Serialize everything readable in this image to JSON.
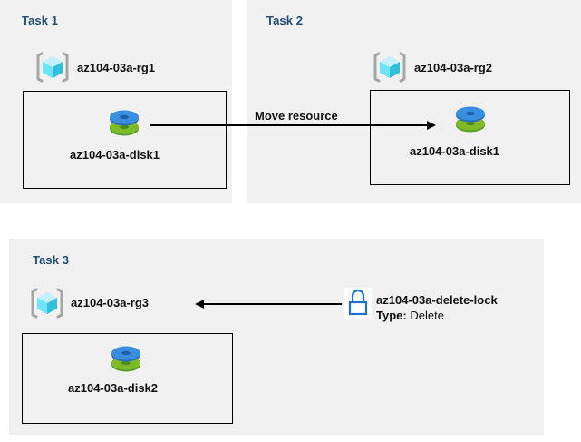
{
  "diagram": {
    "title_color": "#1f4e79",
    "panel_bg": "#f1f1f1",
    "page_bg": "#ffffff",
    "accent_cube": "#50e6ff",
    "accent_lock": "#0f6cbd",
    "disk_top_color": "#3a8edf",
    "disk_bottom_color": "#7fba29"
  },
  "panels": [
    {
      "id": "task1",
      "title": "Task 1",
      "resource_group": {
        "label": "az104-03a-rg1",
        "icon": "resource-group-icon"
      },
      "resource": {
        "label": "az104-03a-disk1",
        "icon": "managed-disk-icon"
      }
    },
    {
      "id": "task2",
      "title": "Task 2",
      "resource_group": {
        "label": "az104-03a-rg2",
        "icon": "resource-group-icon"
      },
      "resource": {
        "label": "az104-03a-disk1",
        "icon": "managed-disk-icon"
      }
    },
    {
      "id": "task3",
      "title": "Task 3",
      "resource_group": {
        "label": "az104-03a-rg3",
        "icon": "resource-group-icon"
      },
      "resource": {
        "label": "az104-03a-disk2",
        "icon": "managed-disk-icon"
      },
      "lock": {
        "icon": "padlock-icon",
        "label": "az104-03a-delete-lock",
        "type_prefix": "Type:",
        "type_value": "Delete"
      }
    }
  ],
  "connectors": [
    {
      "id": "move-resource",
      "caption": "Move resource",
      "direction": "right",
      "from": "az104-03a-disk1 (Task 1)",
      "to": "az104-03a-disk1 (Task 2)"
    },
    {
      "id": "lock-applies-to",
      "caption": "",
      "direction": "left",
      "from": "az104-03a-delete-lock",
      "to": "az104-03a-rg3"
    }
  ]
}
